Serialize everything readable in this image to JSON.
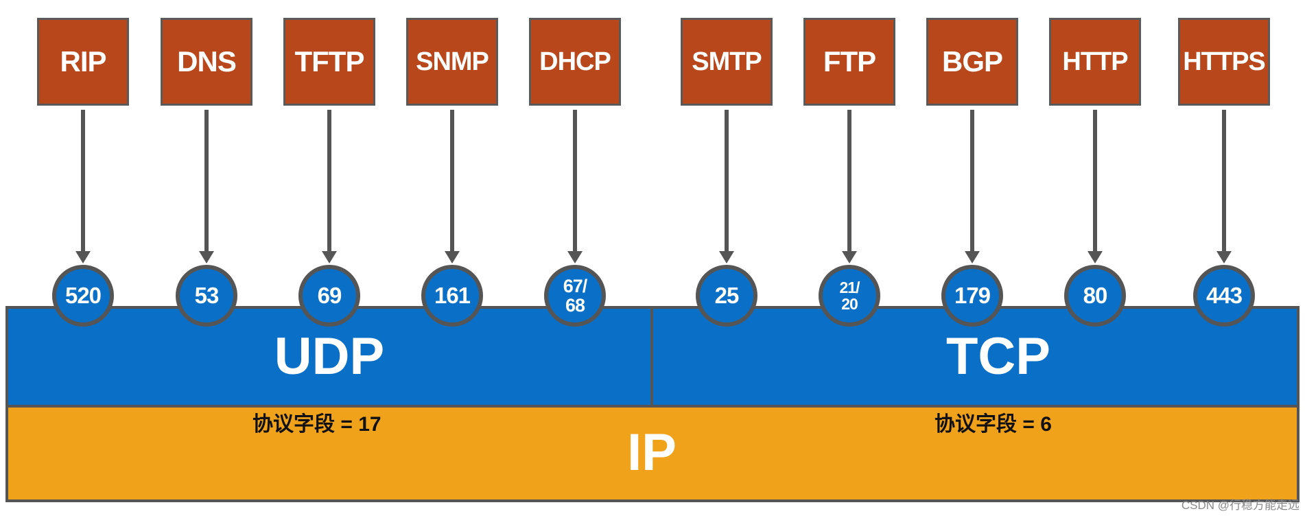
{
  "protocols": [
    {
      "name": "RIP",
      "port": "520"
    },
    {
      "name": "DNS",
      "port": "53"
    },
    {
      "name": "TFTP",
      "port": "69"
    },
    {
      "name": "SNMP",
      "port": "161"
    },
    {
      "name": "DHCP",
      "port": "67/\n68"
    },
    {
      "name": "SMTP",
      "port": "25"
    },
    {
      "name": "FTP",
      "port": "21/\n20"
    },
    {
      "name": "BGP",
      "port": "179"
    },
    {
      "name": "HTTP",
      "port": "80"
    },
    {
      "name": "HTTPS",
      "port": "443"
    }
  ],
  "udp": {
    "title": "UDP",
    "field": "协议字段 = 17"
  },
  "tcp": {
    "title": "TCP",
    "field": "协议字段 = 6"
  },
  "ip": {
    "title": "IP"
  },
  "watermark": "CSDN @行稳方能走远",
  "colors": {
    "protocol_box": "#b8471b",
    "transport_layer": "#0a6fc6",
    "ip_layer": "#f0a21a",
    "border": "#555555"
  }
}
